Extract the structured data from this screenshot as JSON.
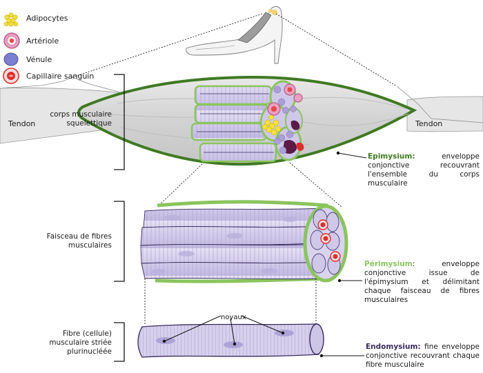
{
  "legend": {
    "adipocytes": "Adipocytes",
    "arteriole": "Artériole",
    "venule": "Vénule",
    "capillary": "Capillaire sanguin"
  },
  "labels": {
    "tendon_left": "Tendon",
    "tendon_right": "Tendon",
    "muscle_body": "corps musculaire squelettique",
    "fascicle": "Faisceau de fibres musculaires",
    "fiber": "Fibre (cellule) musculaire striée plurinucléée",
    "nuclei": "noyaux"
  },
  "descriptions": {
    "epimysium_term": "Epimysium:",
    "epimysium_text": "enveloppe conjonctive recouvrant l'ensemble du corps musculaire",
    "perimysium_term": "Périmysium",
    "perimysium_text": ": enveloppe conjonctive issue de l'épimysium et délimitant chaque faisceau de fibres musculaires",
    "endomysium_term": "Endomysium:",
    "endomysium_text": "fine enveloppe conjonctive recouvrant chaque fibre musculaire"
  },
  "colors": {
    "epimysium": "#3f7a22",
    "perimysium": "#8bc45e",
    "endomysium": "#3a2a5e",
    "fiber_fill": "#d8d2ea",
    "muscle_grey": "#d9d9d9",
    "adipocyte": "#f3e13a",
    "arteriole": "#e8a0c0",
    "venule": "#7b7fd0",
    "capillary": "#d9302f"
  }
}
